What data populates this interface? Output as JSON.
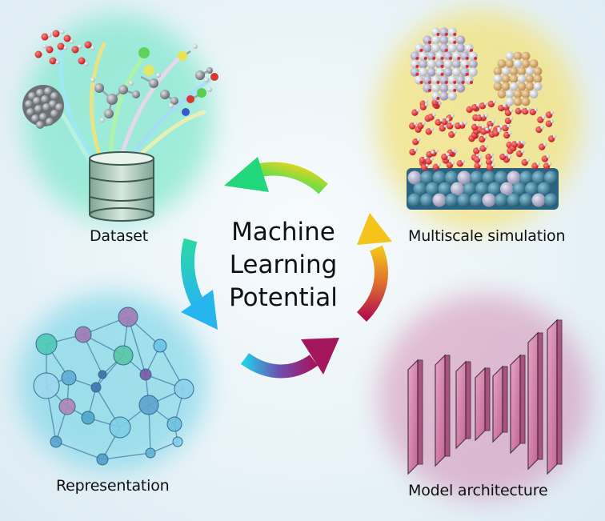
{
  "center": {
    "line1": "Machine",
    "line2": "Learning",
    "line3": "Potential"
  },
  "panels": {
    "dataset": {
      "label": "Dataset"
    },
    "simulation": {
      "label": "Multiscale simulation"
    },
    "representation": {
      "label": "Representation"
    },
    "architecture": {
      "label": "Model architecture"
    }
  },
  "colors": {
    "dataset_glow": "#5fe3c0",
    "simulation_glow": "#f3e27a",
    "representation_glow": "#63cfe3",
    "architecture_glow": "#c8528a",
    "arrow_green": "#2fd36a",
    "arrow_cyan": "#27c4e6",
    "arrow_yellow": "#f2c21b",
    "arrow_crimson": "#b0134a",
    "arrow_magenta": "#a31a6a"
  }
}
